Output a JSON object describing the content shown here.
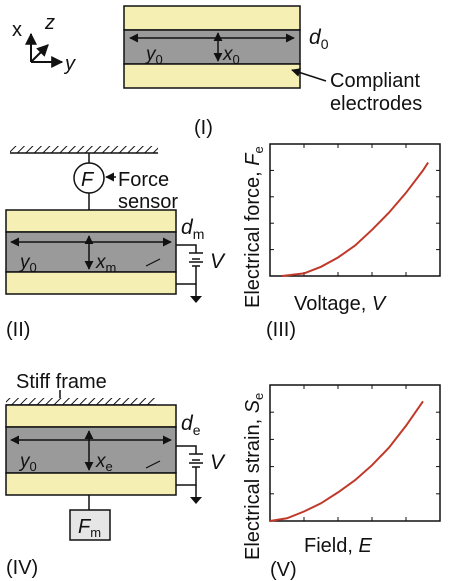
{
  "axes_labels": {
    "x": "x",
    "z": "z",
    "y": "y"
  },
  "colors": {
    "electrode": "#f6efb4",
    "dielectric": "#9a9a9a",
    "curve": "#c0392b",
    "box": "#e6e6e6",
    "ink": "#111111"
  },
  "panel_I": {
    "label": "(I)",
    "thickness": "d",
    "thickness_sub": "0",
    "width": "y",
    "width_sub": "0",
    "length": "x",
    "length_sub": "0",
    "electrode_label_1": "Compliant",
    "electrode_label_2": "electrodes"
  },
  "panel_II": {
    "label": "(II)",
    "sensor_symbol": "F",
    "sensor_label_1": "Force",
    "sensor_label_2": "sensor",
    "thickness": "d",
    "thickness_sub": "m",
    "width": "y",
    "width_sub": "0",
    "length": "x",
    "length_sub": "m",
    "voltage": "V"
  },
  "panel_III": {
    "label": "(III)",
    "ylabel": "Electrical force, ",
    "ylabel_symbol": "F",
    "ylabel_sub": "e",
    "xlabel": "Voltage, ",
    "xlabel_symbol": "V"
  },
  "panel_IV": {
    "label": "(IV)",
    "frame_label": "Stiff frame",
    "thickness": "d",
    "thickness_sub": "e",
    "width": "y",
    "width_sub": "0",
    "length": "x",
    "length_sub": "e",
    "voltage": "V",
    "mass": "F",
    "mass_sub": "m"
  },
  "panel_V": {
    "label": "(V)",
    "ylabel": "Electrical strain, ",
    "ylabel_symbol": "S",
    "ylabel_sub": "e",
    "xlabel": "Field, ",
    "xlabel_symbol": "E"
  },
  "chart_data": [
    {
      "type": "line",
      "xlabel": "Voltage, V",
      "ylabel": "Electrical force, Fe",
      "series": [
        {
          "x": [
            0.07,
            0.2,
            0.3,
            0.4,
            0.5,
            0.6,
            0.7,
            0.8,
            0.9,
            0.93
          ],
          "y": [
            0.0,
            0.02,
            0.07,
            0.14,
            0.23,
            0.35,
            0.48,
            0.63,
            0.8,
            0.86
          ]
        }
      ]
    },
    {
      "type": "line",
      "xlabel": "Field, E",
      "ylabel": "Electrical strain, Se",
      "series": [
        {
          "x": [
            0.0,
            0.1,
            0.2,
            0.3,
            0.4,
            0.5,
            0.6,
            0.7,
            0.8,
            0.9
          ],
          "y": [
            0.0,
            0.02,
            0.07,
            0.13,
            0.21,
            0.3,
            0.41,
            0.54,
            0.7,
            0.88
          ]
        }
      ]
    }
  ]
}
